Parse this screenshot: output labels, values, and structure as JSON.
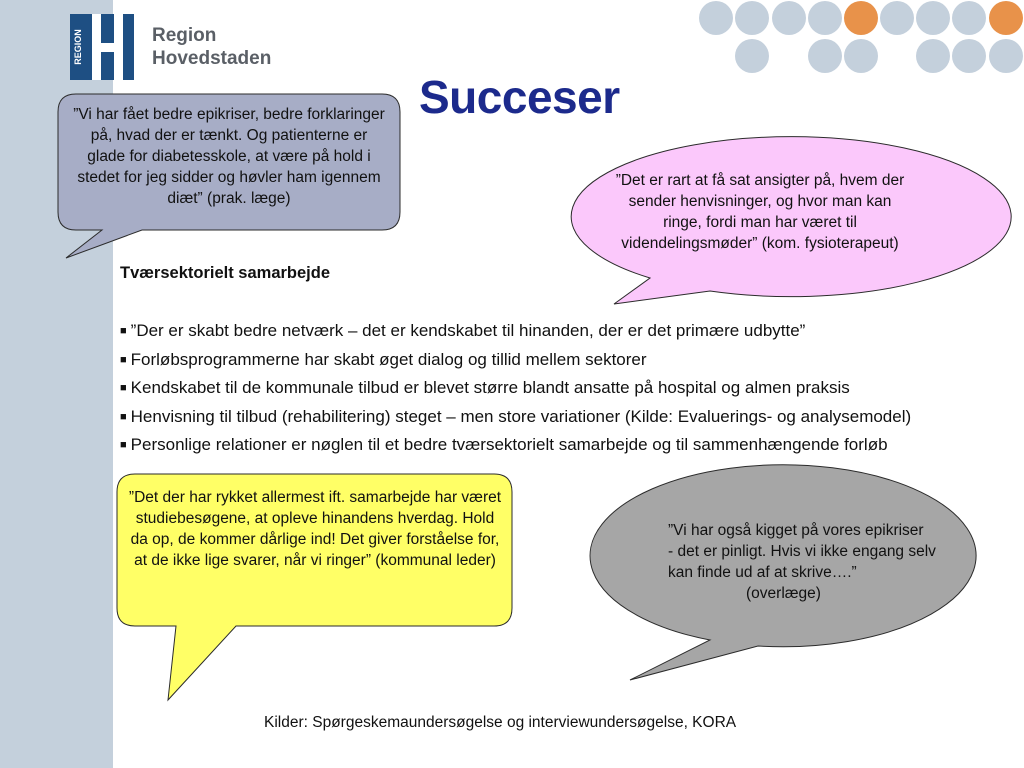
{
  "logo": {
    "mark_text": "REGION",
    "name_line1": "Region",
    "name_line2": "Hovedstaden",
    "colors": {
      "mark": "#1e4f83",
      "text": "#5a5f66"
    }
  },
  "title": "Succeser",
  "quotes": {
    "top_left": "”Vi har fået bedre epikriser, bedre forklaringer på, hvad der er tænkt. Og patienterne er glade for diabetesskole, at være på hold i stedet for jeg sidder og høvler ham igennem diæt” (prak. læge)",
    "top_right": "”Det er rart at få sat ansigter på, hvem der sender henvisninger, og hvor man kan ringe, fordi man har været til videndelingsmøder” (kom. fysioterapeut)",
    "bottom_left": "”Det der har rykket allermest ift. samarbejde har været studiebesøgene, at opleve hinandens hverdag. Hold da op, de kommer dårlige ind! Det giver forståelse for, at de ikke lige svarer, når vi ringer” (kommunal leder)",
    "bottom_right_lines": [
      "”Vi har også kigget på vores epikriser",
      "- det er pinligt. Hvis vi ikke engang selv",
      "kan finde ud af at skrive….”",
      "(overlæge)"
    ]
  },
  "section": {
    "heading": "Tværsektorielt samarbejde",
    "bullet_marker": "■",
    "bullets": [
      "”Der er skabt bedre netværk – det er kendskabet til hinanden, der er det primære udbytte”",
      "Forløbsprogrammerne har skabt øget dialog og tillid mellem sektorer",
      "Kendskabet til de kommunale tilbud er blevet større blandt ansatte på hospital og almen praksis",
      "Henvisning til tilbud (rehabilitering) steget – men store variationer (Kilde: Evaluerings- og analysemodel)",
      "Personlige relationer er nøglen til et bedre tværsektorielt samarbejde og til sammenhængende forløb"
    ]
  },
  "sources": "Kilder: Spørgeskemaundersøgelse og interviewundersøgelse, KORA",
  "colors": {
    "sidebar": "#c4d0dc",
    "title": "#1c2a8c",
    "bubble_slate": "#a7adc6",
    "bubble_pink": "#fbc8fb",
    "bubble_yellow": "#ffff66",
    "bubble_gray": "#a6a6a6",
    "dot_gray": "#c4d0dc",
    "dot_orange": "#e8924a"
  }
}
